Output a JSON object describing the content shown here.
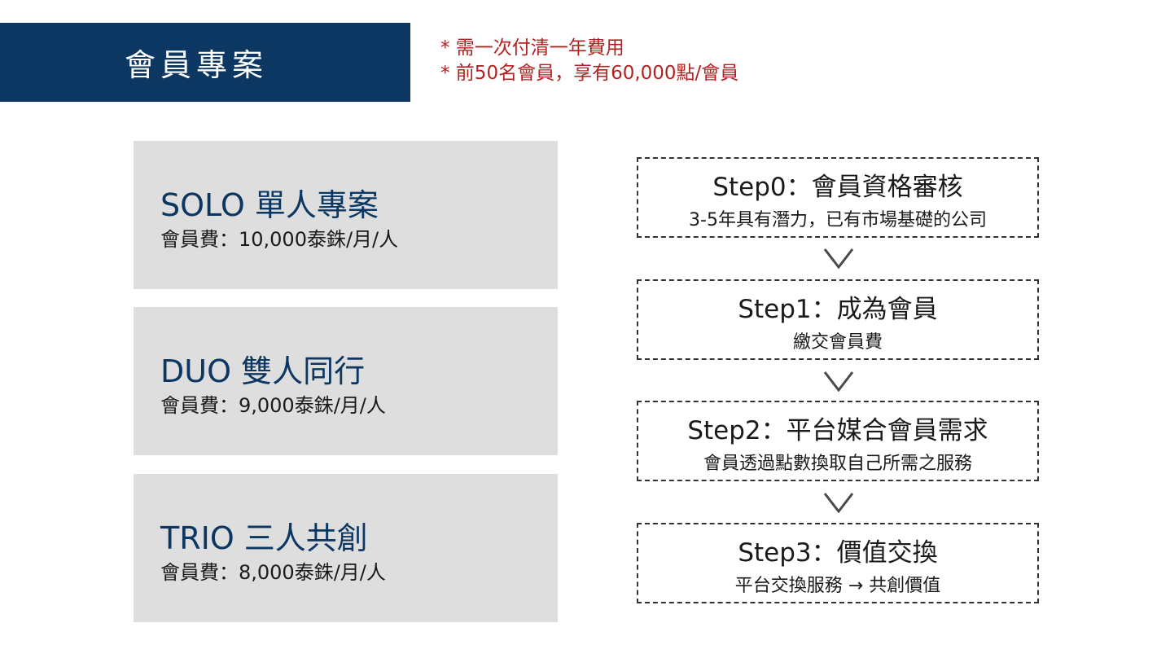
{
  "header": {
    "title": "會員專案"
  },
  "notes": [
    "* 需一次付清一年費用",
    "* 前50名會員，享有60,000點/會員"
  ],
  "plans": [
    {
      "name": "SOLO 單人專案",
      "fee": "會員費：10,000泰銖/月/人"
    },
    {
      "name": "DUO 雙人同行",
      "fee": "會員費：9,000泰銖/月/人"
    },
    {
      "name": "TRIO 三人共創",
      "fee": "會員費：8,000泰銖/月/人"
    }
  ],
  "steps": [
    {
      "title": "Step0：會員資格審核",
      "desc": "3-5年具有潛力，已有市場基礎的公司"
    },
    {
      "title": "Step1：成為會員",
      "desc": "繳交會員費"
    },
    {
      "title": "Step2：平台媒合會員需求",
      "desc": "會員透過點數換取自己所需之服務"
    },
    {
      "title": "Step3：價值交換",
      "desc": "平台交換服務 → 共創價值"
    }
  ],
  "colors": {
    "title_bg": "#0b3762",
    "plan_bg": "#dedede",
    "note_text": "#b22222",
    "plan_name": "#0b3762"
  },
  "icons": {
    "flow_arrow": "chevron-down-icon"
  }
}
